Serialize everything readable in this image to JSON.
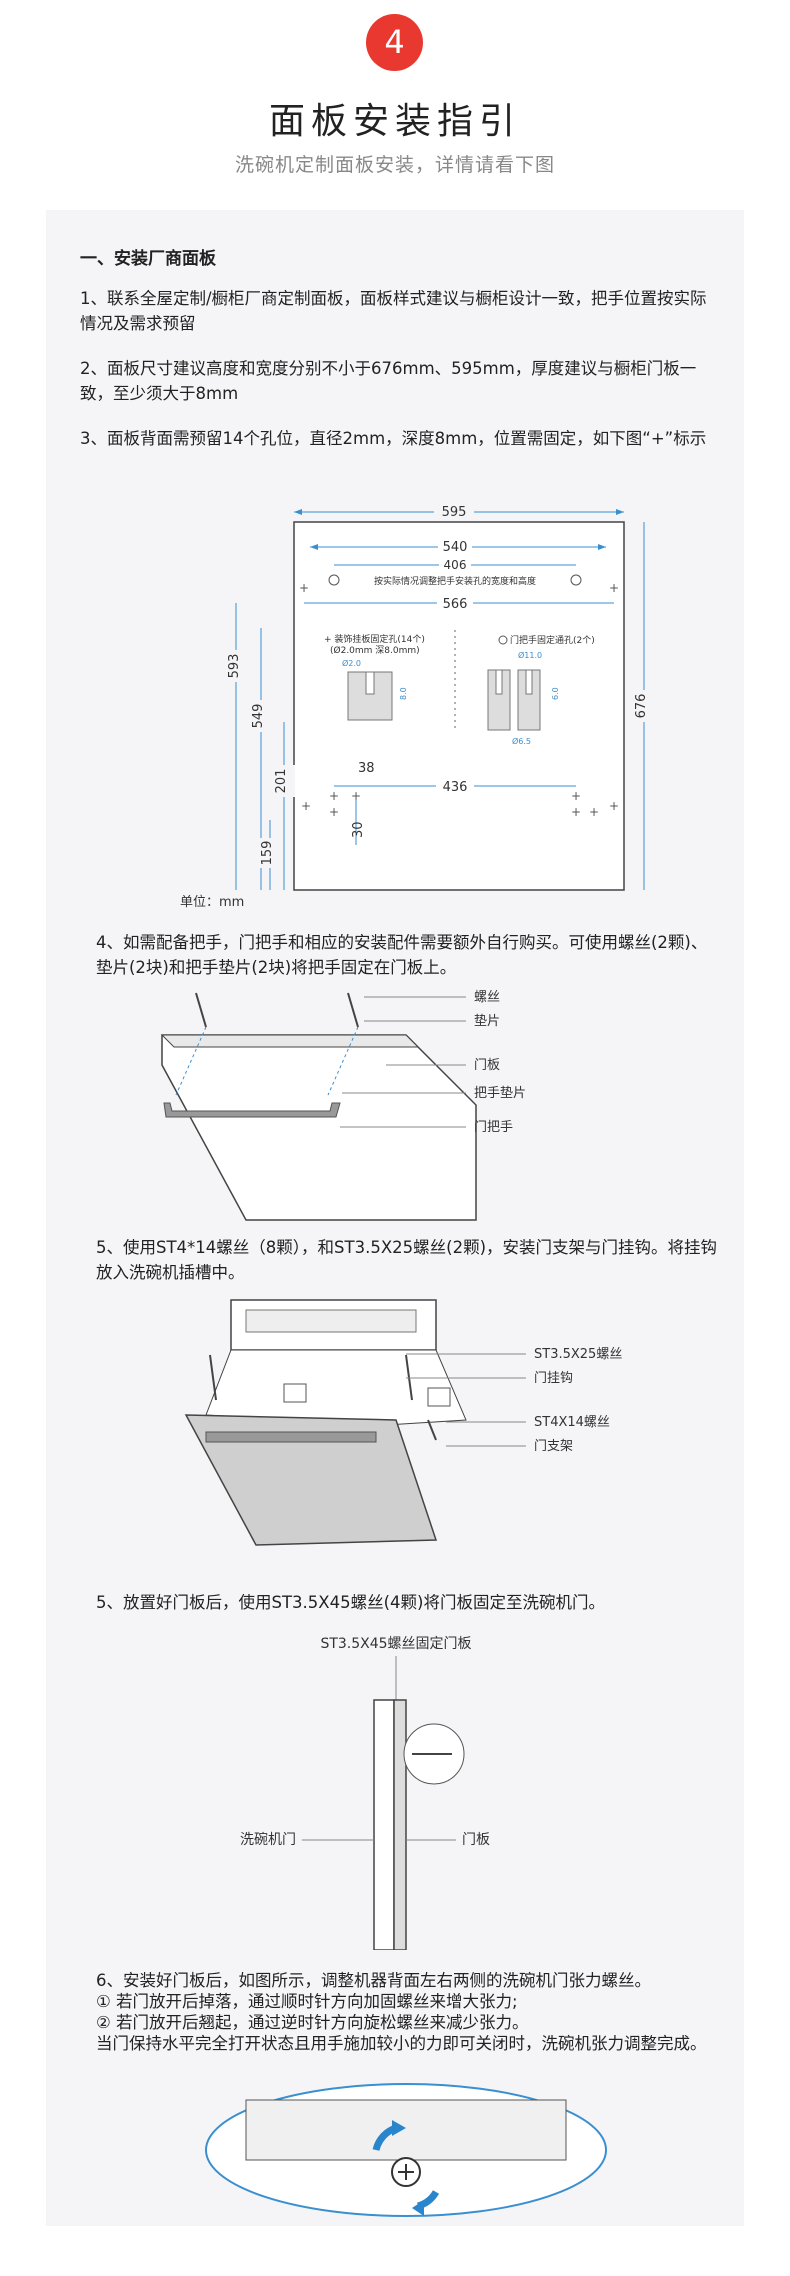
{
  "header": {
    "step_number": "4",
    "title": "面板安装指引",
    "subtitle": "洗碗机定制面板安装，详情请看下图"
  },
  "section": {
    "heading": "一、安装厂商面板",
    "p1": "1、联系全屋定制/橱柜厂商定制面板，面板样式建议与橱柜设计一致，把手位置按实际情况及需求预留",
    "p2": "2、面板尺寸建议高度和宽度分别不小于676mm、595mm，厚度建议与橱柜门板一致，至少须大于8mm",
    "p3": "3、面板背面需预留14个孔位，直径2mm，深度8mm，位置需固定，如下图“+”标示",
    "p4": "4、如需配备把手，门把手和相应的安装配件需要额外自行购买。可使用螺丝(2颗)、垫片(2块)和把手垫片(2块)将把手固定在门板上。",
    "p5": "5、使用ST4*14螺丝（8颗），和ST3.5X25螺丝(2颗)，安装门支架与门挂钩。将挂钩放入洗碗机插槽中。",
    "p6": "5、放置好门板后，使用ST3.5X45螺丝(4颗)将门板固定至洗碗机门。",
    "p7_lines": [
      "6、安装好门板后，如图所示，调整机器背面左右两侧的洗碗机门张力螺丝。",
      "① 若门放开后掉落，通过顺时针方向加固螺丝来增大张力;",
      "② 若门放开后翘起，通过逆时针方向旋松螺丝来减少张力。",
      "当门保持水平完全打开状态且用手施加较小的力即可关闭时，洗碗机张力调整完成。"
    ]
  },
  "dim_diagram": {
    "d595": "595",
    "d540": "540",
    "d406": "406",
    "note_handle": "按实际情况调整把手安装孔的宽度和高度",
    "d566": "566",
    "legend_left": "+ 装饰挂板固定孔(14个)",
    "legend_left_sub": "(Ø2.0mm 深8.0mm)",
    "legend_right": "门把手固定通孔(2个)",
    "d2_0": "Ø2.0",
    "d8_0": "8.0",
    "d11_0": "Ø11.0",
    "d6_0": "6.0",
    "d6_5": "Ø6.5",
    "d593": "593",
    "d549": "549",
    "d676": "676",
    "d201": "201",
    "d38": "38",
    "d436": "436",
    "d30": "30",
    "d159": "159",
    "unit": "单位：mm"
  },
  "handle_diagram": {
    "screw": "螺丝",
    "washer": "垫片",
    "door_panel": "门板",
    "handle_washer": "把手垫片",
    "handle": "门把手"
  },
  "bracket_diagram": {
    "st35x25": "ST3.5X25螺丝",
    "hook": "门挂钩",
    "st4x14": "ST4X14螺丝",
    "bracket": "门支架"
  },
  "fix_diagram": {
    "top_label": "ST3.5X45螺丝固定门板",
    "left_label": "洗碗机门",
    "right_label": "门板"
  },
  "colors": {
    "accent": "#e8382f",
    "dim_blue": "#3a8fd0",
    "panel_bg": "#f5f5f7"
  }
}
